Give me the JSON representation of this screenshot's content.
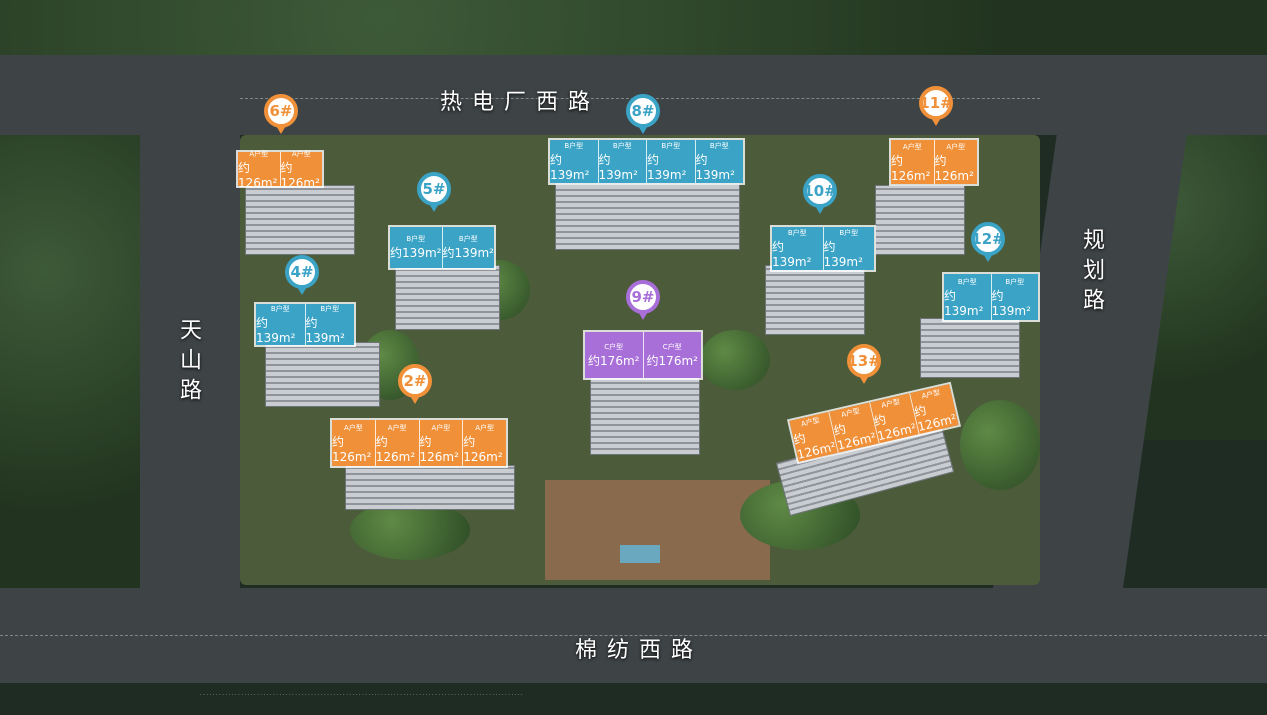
{
  "colors": {
    "orange": "#f0913a",
    "blue": "#3aa3c6",
    "purple": "#a86fd8"
  },
  "roads": {
    "top": "热电厂西路",
    "left": "天山路",
    "bottom": "棉纺西路",
    "right": "规划路"
  },
  "buildings": [
    {
      "id": "6#",
      "color": "orange",
      "units": [
        {
          "type": "A户型",
          "area": "约126m²"
        },
        {
          "type": "A户型",
          "area": "约126m²"
        }
      ]
    },
    {
      "id": "8#",
      "color": "blue",
      "units": [
        {
          "type": "B户型",
          "area": "约139m²"
        },
        {
          "type": "B户型",
          "area": "约139m²"
        },
        {
          "type": "B户型",
          "area": "约139m²"
        },
        {
          "type": "B户型",
          "area": "约139m²"
        }
      ]
    },
    {
      "id": "11#",
      "color": "orange",
      "units": [
        {
          "type": "A户型",
          "area": "约126m²"
        },
        {
          "type": "A户型",
          "area": "约126m²"
        }
      ]
    },
    {
      "id": "5#",
      "color": "blue",
      "units": [
        {
          "type": "B户型",
          "area": "约139m²"
        },
        {
          "type": "B户型",
          "area": "约139m²"
        }
      ]
    },
    {
      "id": "10#",
      "color": "blue",
      "units": [
        {
          "type": "B户型",
          "area": "约139m²"
        },
        {
          "type": "B户型",
          "area": "约139m²"
        }
      ]
    },
    {
      "id": "12#",
      "color": "blue",
      "units": [
        {
          "type": "B户型",
          "area": "约139m²"
        },
        {
          "type": "B户型",
          "area": "约139m²"
        }
      ]
    },
    {
      "id": "4#",
      "color": "blue",
      "units": [
        {
          "type": "B户型",
          "area": "约139m²"
        },
        {
          "type": "B户型",
          "area": "约139m²"
        }
      ]
    },
    {
      "id": "9#",
      "color": "purple",
      "units": [
        {
          "type": "C户型",
          "area": "约176m²"
        },
        {
          "type": "C户型",
          "area": "约176m²"
        }
      ]
    },
    {
      "id": "2#",
      "color": "orange",
      "units": [
        {
          "type": "A户型",
          "area": "约126m²"
        },
        {
          "type": "A户型",
          "area": "约126m²"
        },
        {
          "type": "A户型",
          "area": "约126m²"
        },
        {
          "type": "A户型",
          "area": "约126m²"
        }
      ]
    },
    {
      "id": "13#",
      "color": "orange",
      "units": [
        {
          "type": "A户型",
          "area": "约126m²"
        },
        {
          "type": "A户型",
          "area": "约126m²"
        },
        {
          "type": "A户型",
          "area": "约126m²"
        },
        {
          "type": "A户型",
          "area": "约126m²"
        }
      ]
    }
  ]
}
